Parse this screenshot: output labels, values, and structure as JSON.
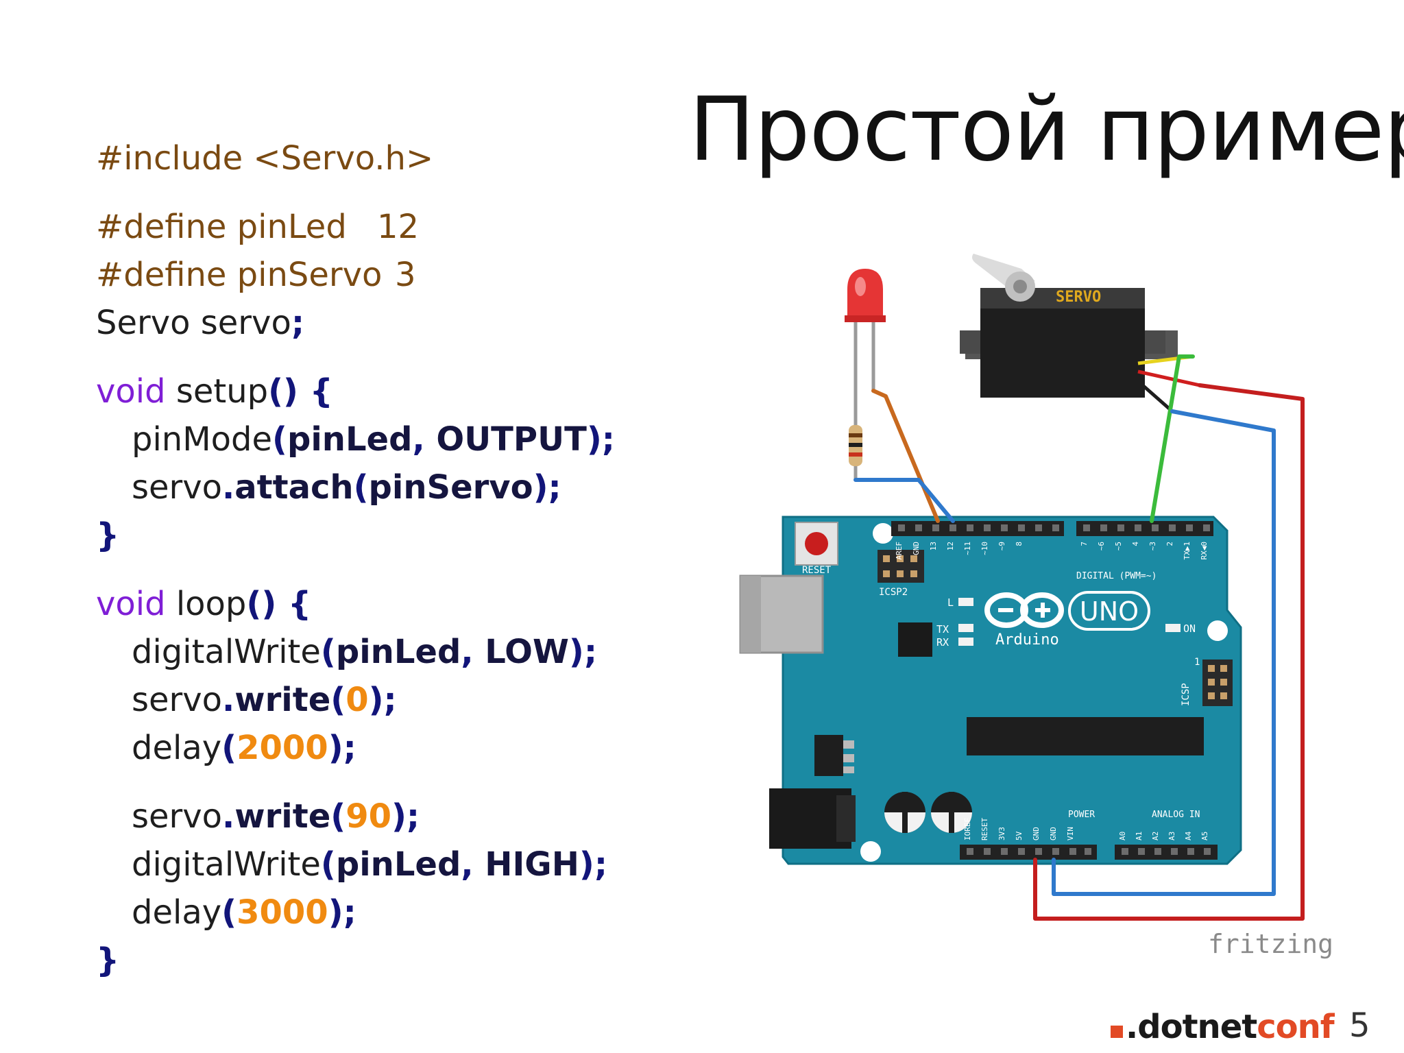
{
  "slide": {
    "title": "Простой пример",
    "page_number": "5"
  },
  "code": {
    "include": "#include <Servo.h>",
    "define1_kw": "#define pinLed",
    "define1_val": "12",
    "define2_kw": "#define pinServo",
    "define2_val": "3",
    "decl_type": "Servo servo",
    "semicolon": ";",
    "void": "void",
    "setup_name": " setup",
    "loop_name": " loop",
    "parens_brace": "() {",
    "close_brace": "}",
    "pinMode": "pinMode",
    "open_paren": "(",
    "close_paren_semi": ");",
    "pinLed": "pinLed",
    "comma": ",",
    "OUTPUT": " OUTPUT",
    "servo": "servo",
    "dot": ".",
    "attach": "attach",
    "pinServo": "pinServo",
    "digitalWrite": "digitalWrite",
    "LOW": " LOW",
    "HIGH": " HIGH",
    "write": "write",
    "delay": "delay",
    "n0": "0",
    "n2000": "2000",
    "n90": "90",
    "n3000": "3000"
  },
  "circuit": {
    "servo_label": "SERVO",
    "reset_label": "RESET",
    "icsp2_label": "ICSP2",
    "icsp_label": "ICSP",
    "digital_label": "DIGITAL (PWM=~)",
    "uno_label": "UNO",
    "arduino_label": "Arduino",
    "l_label": "L",
    "tx_label": "TX",
    "rx_label": "RX",
    "on_label": "ON",
    "power_label": "POWER",
    "analog_label": "ANALOG IN",
    "one_label": "1",
    "fritzing": "fritzing",
    "top_pins": [
      "AREF",
      "GND",
      "13",
      "12",
      "~11",
      "~10",
      "~9",
      "8",
      "7",
      "~6",
      "~5",
      "4",
      "~3",
      "2",
      "TX▶1",
      "RX◀0"
    ],
    "bottom_pins": [
      "IOREF",
      "RESET",
      "3V3",
      "5V",
      "GND",
      "GND",
      "VIN",
      "A0",
      "A1",
      "A2",
      "A3",
      "A4",
      "A5"
    ]
  },
  "brand": {
    "dot": ".",
    "dotnet": "dotnet",
    "conf": "conf"
  }
}
